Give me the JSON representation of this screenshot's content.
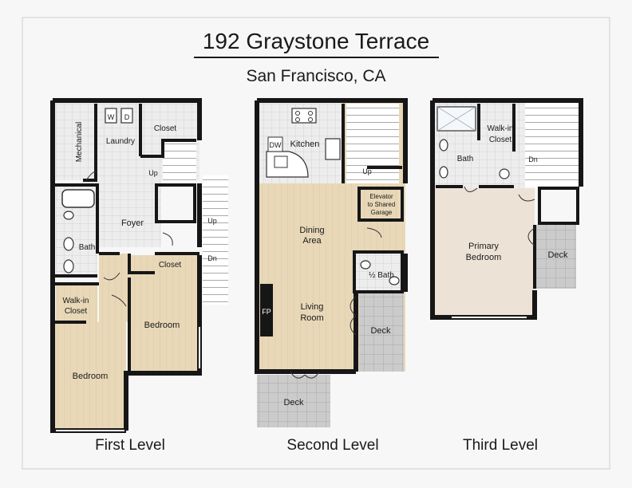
{
  "title": "192 Graystone Terrace",
  "subtitle": "San Francisco, CA",
  "levels": {
    "first": {
      "label": "First Level",
      "rooms": {
        "mechanical": "Mechanical",
        "laundry": "Laundry",
        "washer": "W",
        "dryer": "D",
        "closet_top": "Closet",
        "up_inner": "Up",
        "foyer": "Foyer",
        "bath": "Bath",
        "up_stair": "Up",
        "dn_stair": "Dn",
        "closet_mid": "Closet",
        "walkin_1": "Walk-in",
        "walkin_2": "Closet",
        "bedroom_right": "Bedroom",
        "bedroom_left": "Bedroom"
      }
    },
    "second": {
      "label": "Second Level",
      "rooms": {
        "dw": "DW",
        "kitchen": "Kitchen",
        "up": "Up",
        "elevator_1": "Elevator",
        "elevator_2": "to Shared",
        "elevator_3": "Garage",
        "dining_1": "Dining",
        "dining_2": "Area",
        "half_bath": "½ Bath",
        "fp": "FP",
        "living_1": "Living",
        "living_2": "Room",
        "deck_right": "Deck",
        "deck_bottom": "Deck"
      }
    },
    "third": {
      "label": "Third Level",
      "rooms": {
        "walkin_1": "Walk-in",
        "walkin_2": "Closet",
        "bath": "Bath",
        "dn": "Dn",
        "primary_1": "Primary",
        "primary_2": "Bedroom",
        "deck": "Deck"
      }
    }
  },
  "colors": {
    "wall": "#161616",
    "floor_wood": "#e8d8b8",
    "floor_wood_line": "#dccaa5",
    "floor_tile": "#e6e6e6",
    "floor_carpet": "#ece3d6",
    "deck": "#cbcbcb",
    "deck_line": "#b0b0b0",
    "stair": "#ffffff"
  }
}
